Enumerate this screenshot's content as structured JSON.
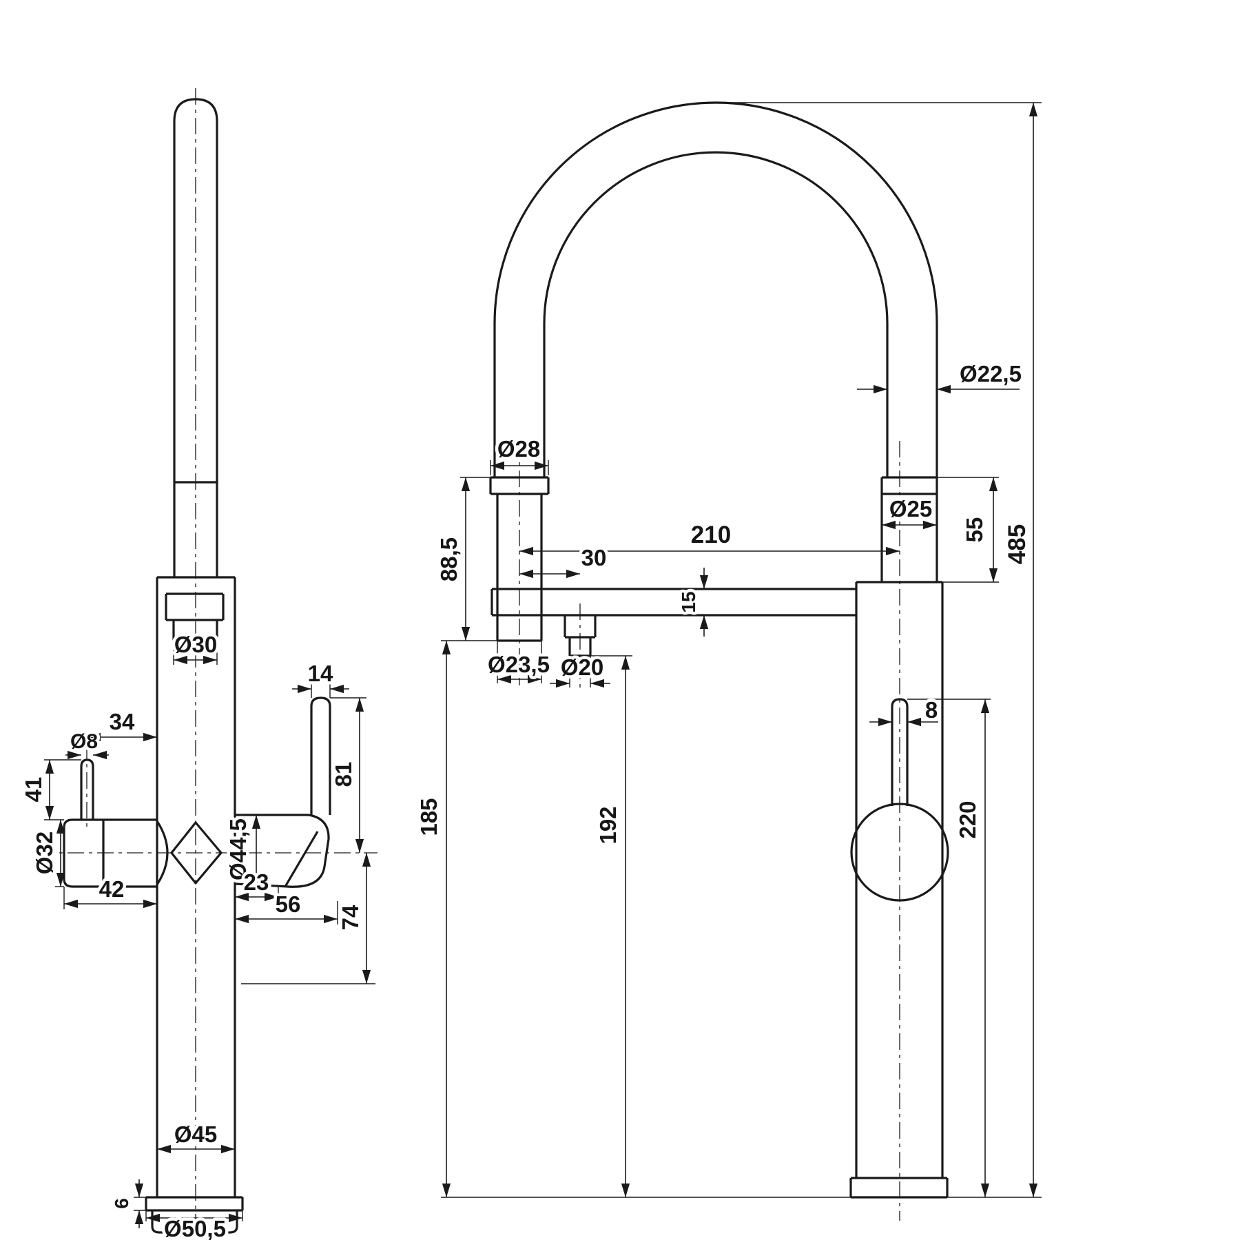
{
  "colors": {
    "ink": "#1a1a1a",
    "background": "#ffffff"
  },
  "side_view": {
    "labels": {
      "spout_outlet_diameter": "Ø30",
      "lever_top_width": "14",
      "pin_offset": "34",
      "pin_diameter": "Ø8",
      "pin_height": "41",
      "side_handle_diameter": "Ø32",
      "side_handle_length": "42",
      "cartridge_diameter": "Ø44,5",
      "lever_height": "81",
      "pivot_offset": "23",
      "handle_reach": "56",
      "handle_drop": "74",
      "body_diameter": "Ø45",
      "base_plate_height": "6",
      "base_diameter": "Ø50,5"
    }
  },
  "front_view": {
    "labels": {
      "hose_diameter": "Ø22,5",
      "collar_diameter": "Ø28",
      "fitting_diameter": "Ø25",
      "fitting_height": "55",
      "total_height": "485",
      "spout_reach": "210",
      "nozzle_offset": "30",
      "tube_drop": "88,5",
      "bracket_thickness": "15",
      "tube_diameter": "Ø23,5",
      "nozzle_diameter": "Ø20",
      "clearance_tube": "185",
      "clearance_nozzle": "192",
      "handle_height": "220",
      "stick_width": "8"
    }
  }
}
